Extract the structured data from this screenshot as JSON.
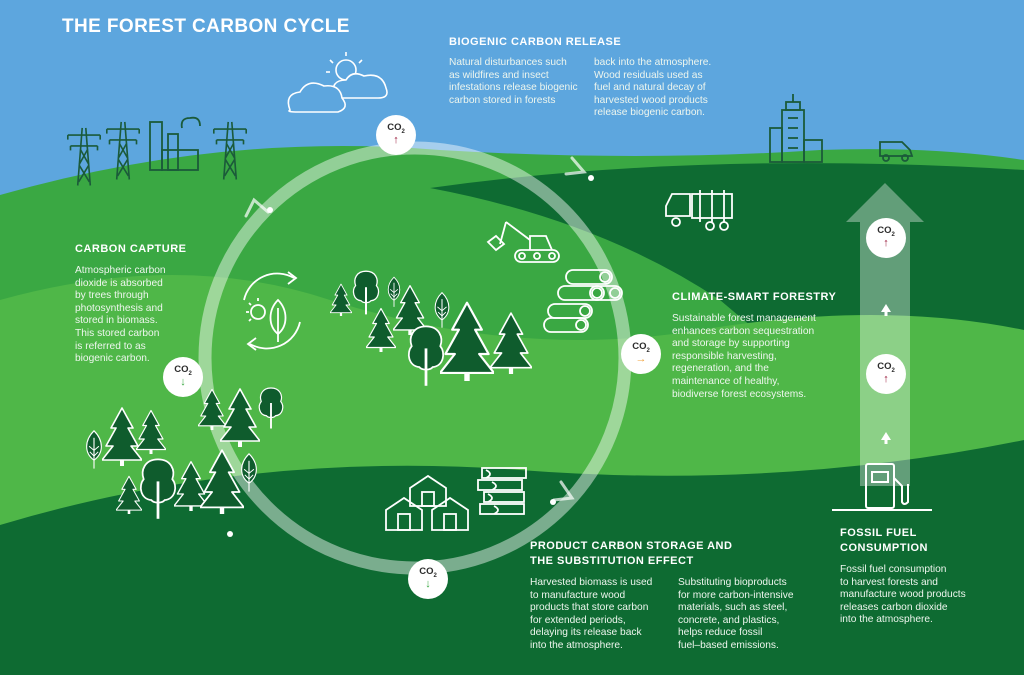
{
  "title": "THE FOREST CARBON CYCLE",
  "sections": {
    "biogenic": {
      "heading": "BIOGENIC CARBON RELEASE",
      "col1": [
        "Natural disturbances such",
        "as wildfires and insect",
        "infestations release biogenic",
        "carbon stored in forests"
      ],
      "col2": [
        "back into the atmosphere.",
        "Wood residuals used as",
        "fuel and natural decay of",
        "harvested wood products",
        "release biogenic carbon."
      ]
    },
    "capture": {
      "heading": "CARBON CAPTURE",
      "lines": [
        "Atmospheric carbon",
        "dioxide is absorbed",
        "by trees through",
        "photosynthesis and",
        "stored in biomass.",
        "This stored carbon",
        "is referred to as",
        "biogenic carbon."
      ]
    },
    "climate": {
      "heading": "CLIMATE-SMART FORESTRY",
      "lines": [
        "Sustainable forest management",
        "enhances carbon sequestration",
        "and storage by supporting",
        "responsible harvesting,",
        "regeneration, and the",
        "maintenance of healthy,",
        "biodiverse forest ecosystems."
      ]
    },
    "product": {
      "heading": [
        "PRODUCT CARBON STORAGE AND",
        "THE SUBSTITUTION EFFECT"
      ],
      "col1": [
        "Harvested biomass is used",
        "to manufacture wood",
        "products that store carbon",
        "for extended periods,",
        "delaying its release back",
        "into the atmosphere."
      ],
      "col2": [
        "Substituting bioproducts",
        "for more carbon-intensive",
        "materials, such as steel,",
        "concrete, and plastics,",
        "helps reduce fossil",
        "fuel–based emissions."
      ]
    },
    "fossil": {
      "heading": [
        "FOSSIL FUEL",
        "CONSUMPTION"
      ],
      "lines": [
        "Fossil fuel consumption",
        "to harvest forests and",
        "manufacture wood products",
        "releases carbon dioxide",
        "into the atmosphere."
      ]
    }
  },
  "co2": {
    "label": "CO",
    "sub": "2",
    "badges": [
      {
        "id": "release",
        "arrow": "↑",
        "color": "#9a1b3c"
      },
      {
        "id": "capture",
        "arrow": "↓",
        "color": "#3aa843"
      },
      {
        "id": "forestry",
        "arrow": "→",
        "color": "#f0a13a"
      },
      {
        "id": "product",
        "arrow": "↓",
        "color": "#3aa843"
      },
      {
        "id": "fossil-top",
        "arrow": "↑",
        "color": "#9a1b3c"
      },
      {
        "id": "fossil-mid",
        "arrow": "↑",
        "color": "#9a1b3c"
      }
    ]
  },
  "icons": [
    "cloud-sun-icon",
    "power-tower-icon",
    "factory-icon",
    "city-building-icon",
    "van-icon",
    "logging-truck-icon",
    "forest-harvester-icon",
    "log-pile-icon",
    "photosynthesis-cycle-icon",
    "tree-icon",
    "house-icon",
    "lumber-stack-icon",
    "fuel-pump-icon"
  ],
  "colors": {
    "sky": "#5da6de",
    "light_green": "#3aa843",
    "mid_green": "#4fb748",
    "dark_green": "#0e6b32",
    "tree_green": "#0f5c2d",
    "release_arrow": "#9a1b3c",
    "capture_arrow": "#3aa843",
    "forestry_arrow": "#f0a13a"
  }
}
